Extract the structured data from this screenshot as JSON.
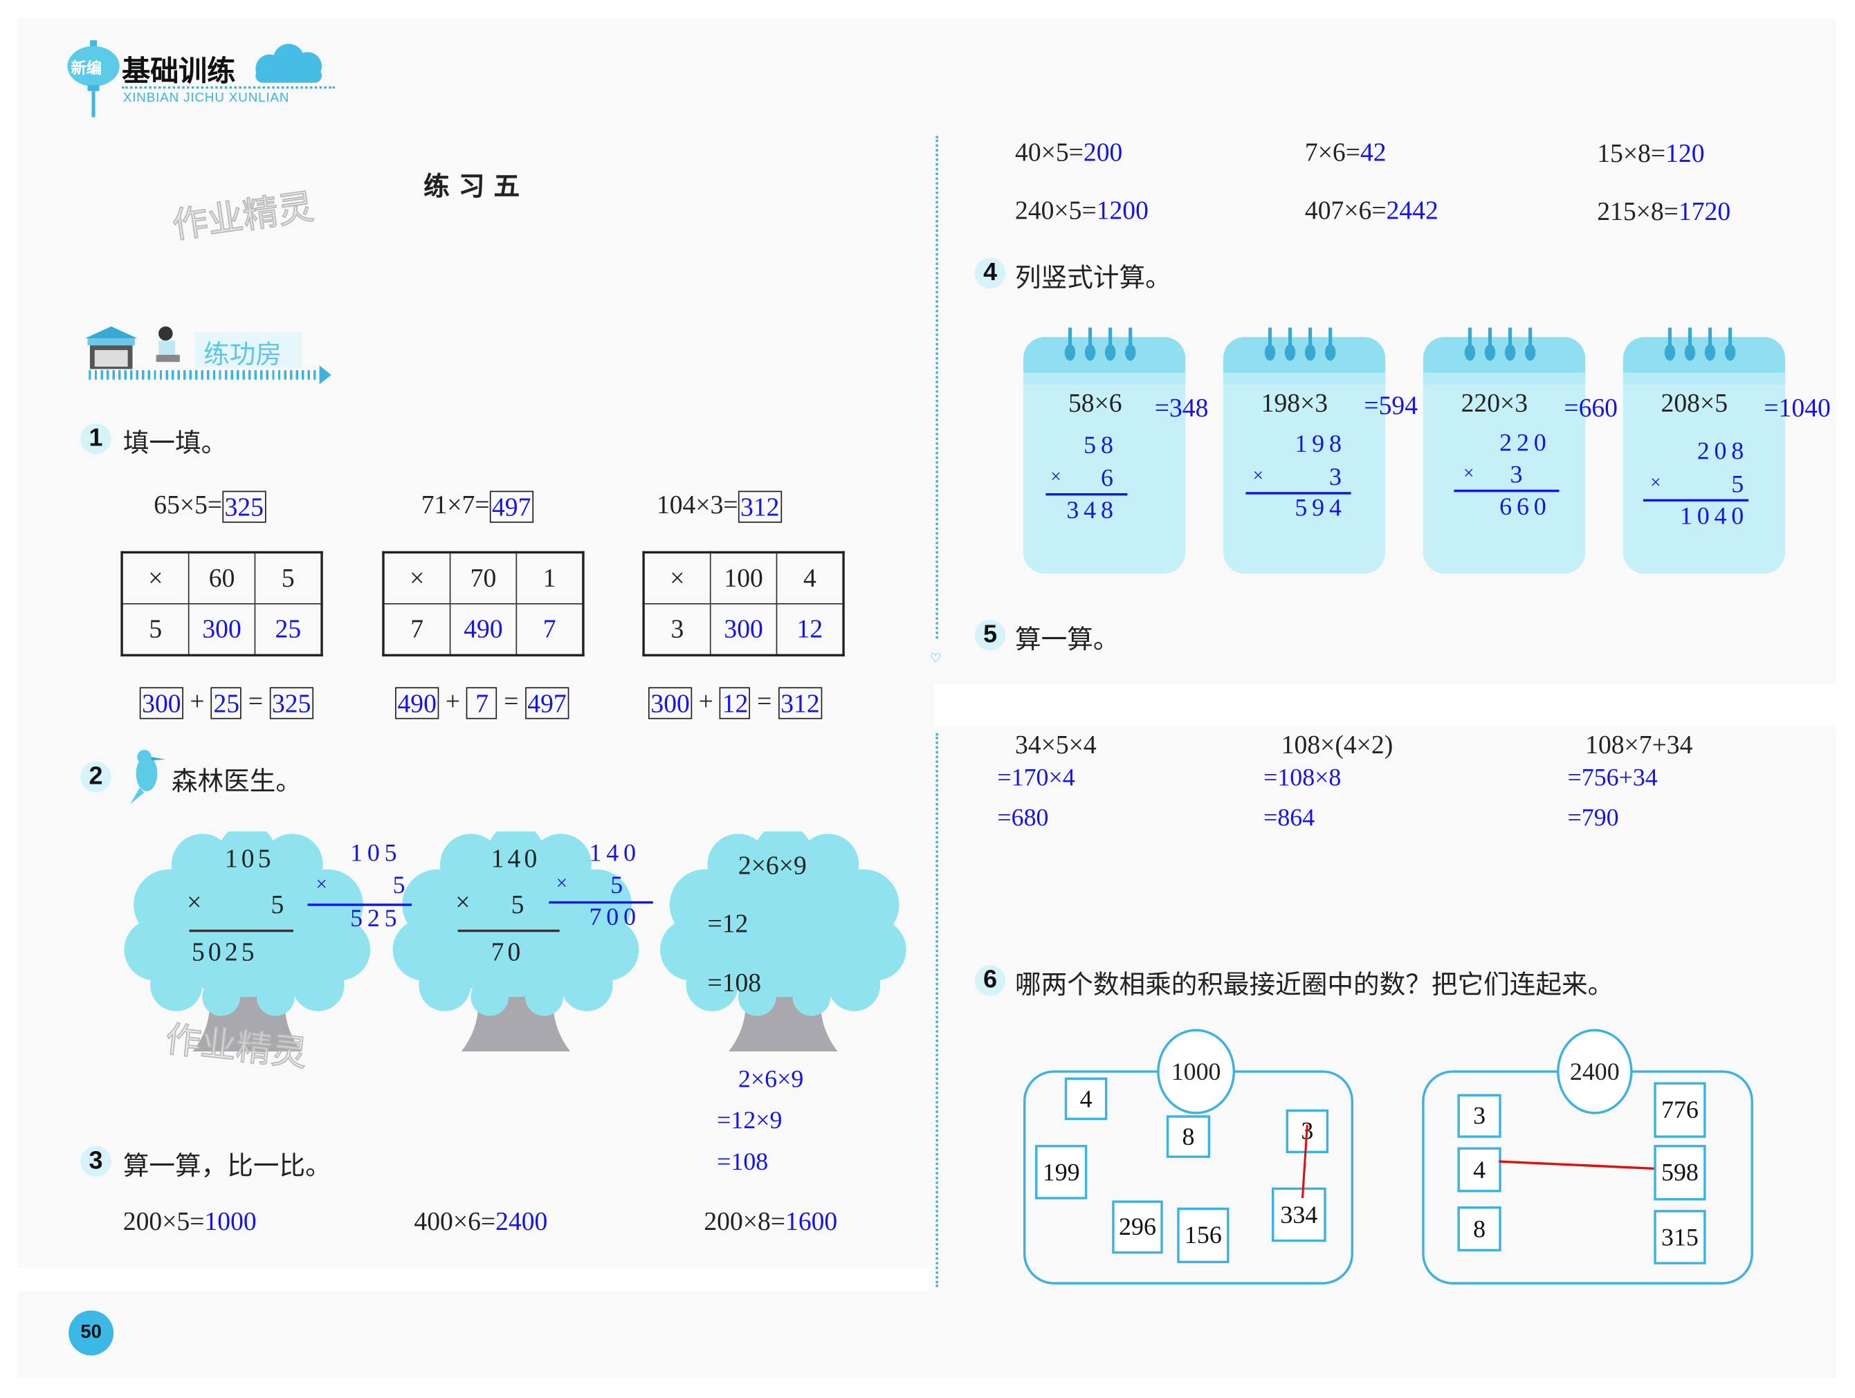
{
  "header": {
    "badge": "新编",
    "title": "基础训练",
    "pinyin": "XINBIAN JICHU XUNLIAN"
  },
  "lesson_title": "练 习 五",
  "watermark": "作业精灵",
  "section_banner": "练功房",
  "q1": {
    "num": "1",
    "title": "填一填。",
    "equations": [
      {
        "expr": "65×5=",
        "answer": "325"
      },
      {
        "expr": "71×7=",
        "answer": "497"
      },
      {
        "expr": "104×3=",
        "answer": "312"
      }
    ],
    "tables": [
      {
        "head": [
          "×",
          "60",
          "5"
        ],
        "row": [
          "5",
          "300",
          "25"
        ]
      },
      {
        "head": [
          "×",
          "70",
          "1"
        ],
        "row": [
          "7",
          "490",
          "7"
        ]
      },
      {
        "head": [
          "×",
          "100",
          "4"
        ],
        "row": [
          "3",
          "300",
          "12"
        ]
      }
    ],
    "sums": [
      {
        "a": "300",
        "b": "25",
        "c": "325"
      },
      {
        "a": "490",
        "b": "7",
        "c": "497"
      },
      {
        "a": "300",
        "b": "12",
        "c": "312"
      }
    ],
    "plus": "+",
    "eq": "="
  },
  "q2": {
    "num": "2",
    "title": "森林医生。",
    "trees": [
      {
        "top": "105",
        "mul": "×",
        "factor": "5",
        "result": "5025",
        "fix_top": "105",
        "fix_mul": "×",
        "fix_factor": "5",
        "fix_result": "525"
      },
      {
        "top": "140",
        "mul": "×",
        "factor": "5",
        "result": "70",
        "fix_top": "140",
        "fix_mul": "×",
        "fix_factor": "5",
        "fix_result": "700"
      },
      {
        "line1": "2×6×9",
        "line2": "=12",
        "line3": "=108"
      }
    ],
    "tree3_fix": [
      "2×6×9",
      "=12×9",
      "=108"
    ]
  },
  "q3": {
    "num": "3",
    "title": "算一算，比一比。",
    "rows": [
      [
        {
          "expr": "200×5=",
          "answer": "1000"
        },
        {
          "expr": "400×6=",
          "answer": "2400"
        },
        {
          "expr": "200×8=",
          "answer": "1600"
        }
      ],
      [
        {
          "expr": "40×5=",
          "answer": "200"
        },
        {
          "expr": "7×6=",
          "answer": "42"
        },
        {
          "expr": "15×8=",
          "answer": "120"
        }
      ],
      [
        {
          "expr": "240×5=",
          "answer": "1200"
        },
        {
          "expr": "407×6=",
          "answer": "2442"
        },
        {
          "expr": "215×8=",
          "answer": "1720"
        }
      ]
    ]
  },
  "q4": {
    "num": "4",
    "title": "列竖式计算。",
    "items": [
      {
        "expr": "58×6",
        "answer": "=348",
        "top": "58",
        "mul": "×",
        "factor": "6",
        "result": "348"
      },
      {
        "expr": "198×3",
        "answer": "=594",
        "top": "198",
        "mul": "×",
        "factor": "3",
        "result": "594"
      },
      {
        "expr": "220×3",
        "answer": "=660",
        "top": "220",
        "mul": "×",
        "factor": "3",
        "result": "660"
      },
      {
        "expr": "208×5",
        "answer": "=1040",
        "top": "208",
        "mul": "×",
        "factor": "5",
        "result": "1040"
      }
    ]
  },
  "q5": {
    "num": "5",
    "title": "算一算。",
    "items": [
      {
        "expr": "34×5×4",
        "step1": "=170×4",
        "step2": "=680"
      },
      {
        "expr": "108×(4×2)",
        "step1": "=108×8",
        "step2": "=864"
      },
      {
        "expr": "108×7+34",
        "step1": "=756+34",
        "step2": "=790"
      }
    ]
  },
  "q6": {
    "num": "6",
    "title": "哪两个数相乘的积最接近圈中的数？把它们连起来。",
    "groups": [
      {
        "target": "1000",
        "numbers": [
          "4",
          "8",
          "3",
          "199",
          "296",
          "156",
          "334"
        ]
      },
      {
        "target": "2400",
        "numbers": [
          "3",
          "4",
          "8",
          "776",
          "598",
          "315"
        ]
      }
    ]
  },
  "page_number": "50",
  "colors": {
    "answer": "#1414e6",
    "accent": "#3cb2e0",
    "connector": "#e01010"
  }
}
